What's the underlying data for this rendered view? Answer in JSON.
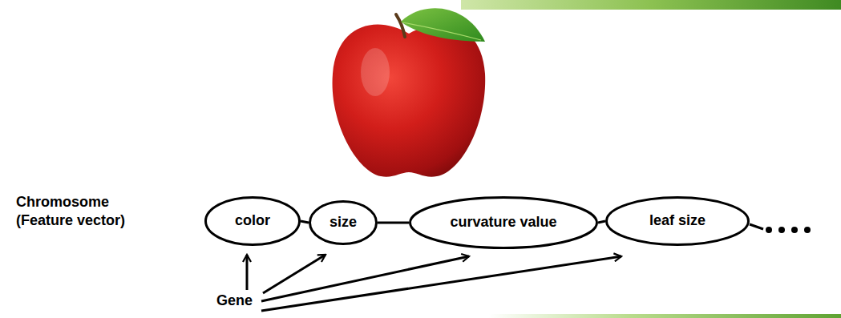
{
  "diagram": {
    "nodes": [
      {
        "text": [
          "color"
        ]
      },
      {
        "text": [
          "size"
        ]
      },
      {
        "text": [
          "curvature value"
        ]
      },
      {
        "text": [
          "leaf size"
        ]
      }
    ],
    "edges": [
      {
        "from": 0,
        "to": 1,
        "arrow": "none"
      },
      {
        "from": 1,
        "to": 2,
        "arrow": "none"
      },
      {
        "from": 2,
        "to": 3,
        "arrow": "none"
      }
    ],
    "labels": [
      "Chromosome (Feature vector)",
      "Gene"
    ]
  }
}
